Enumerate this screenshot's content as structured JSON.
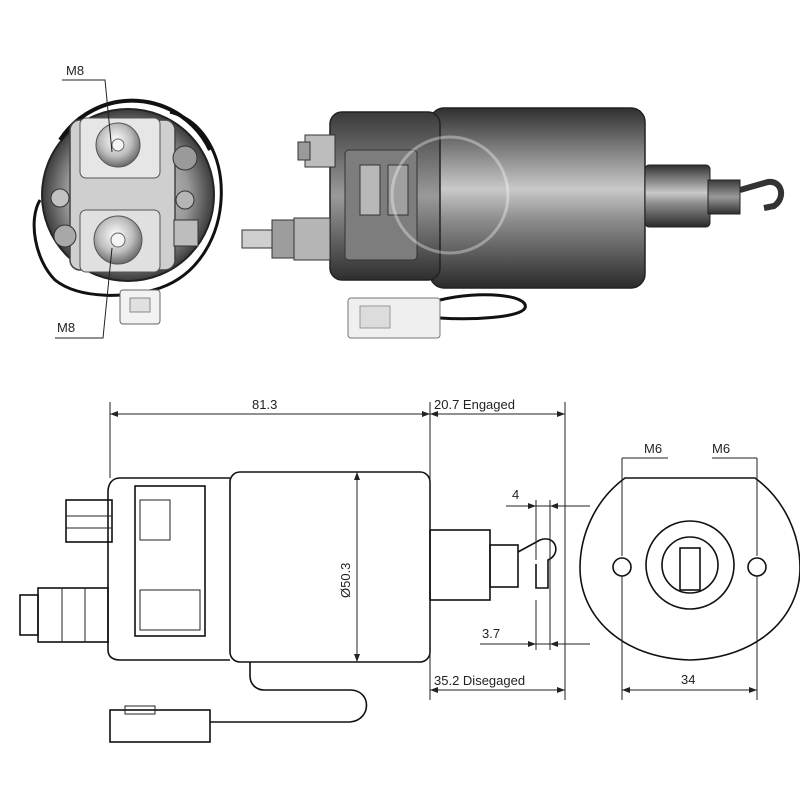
{
  "photo": {
    "end_view": {
      "terminal_top_label": "M8",
      "terminal_bottom_label": "M8"
    }
  },
  "drawing": {
    "dims": {
      "body_length": "81.3",
      "engaged": "20.7 Engaged",
      "disengaged": "35.2 Disegaged",
      "diameter": "Ø50.3",
      "stroke_top": "4",
      "stroke_bottom": "3.7",
      "mount_left": "M6",
      "mount_right": "M6",
      "mount_spacing": "34"
    }
  },
  "colors": {
    "line": "#111111",
    "metal_dark": "#4a4a4a",
    "metal_mid": "#8c8c8c",
    "metal_light": "#d9d9d9"
  }
}
